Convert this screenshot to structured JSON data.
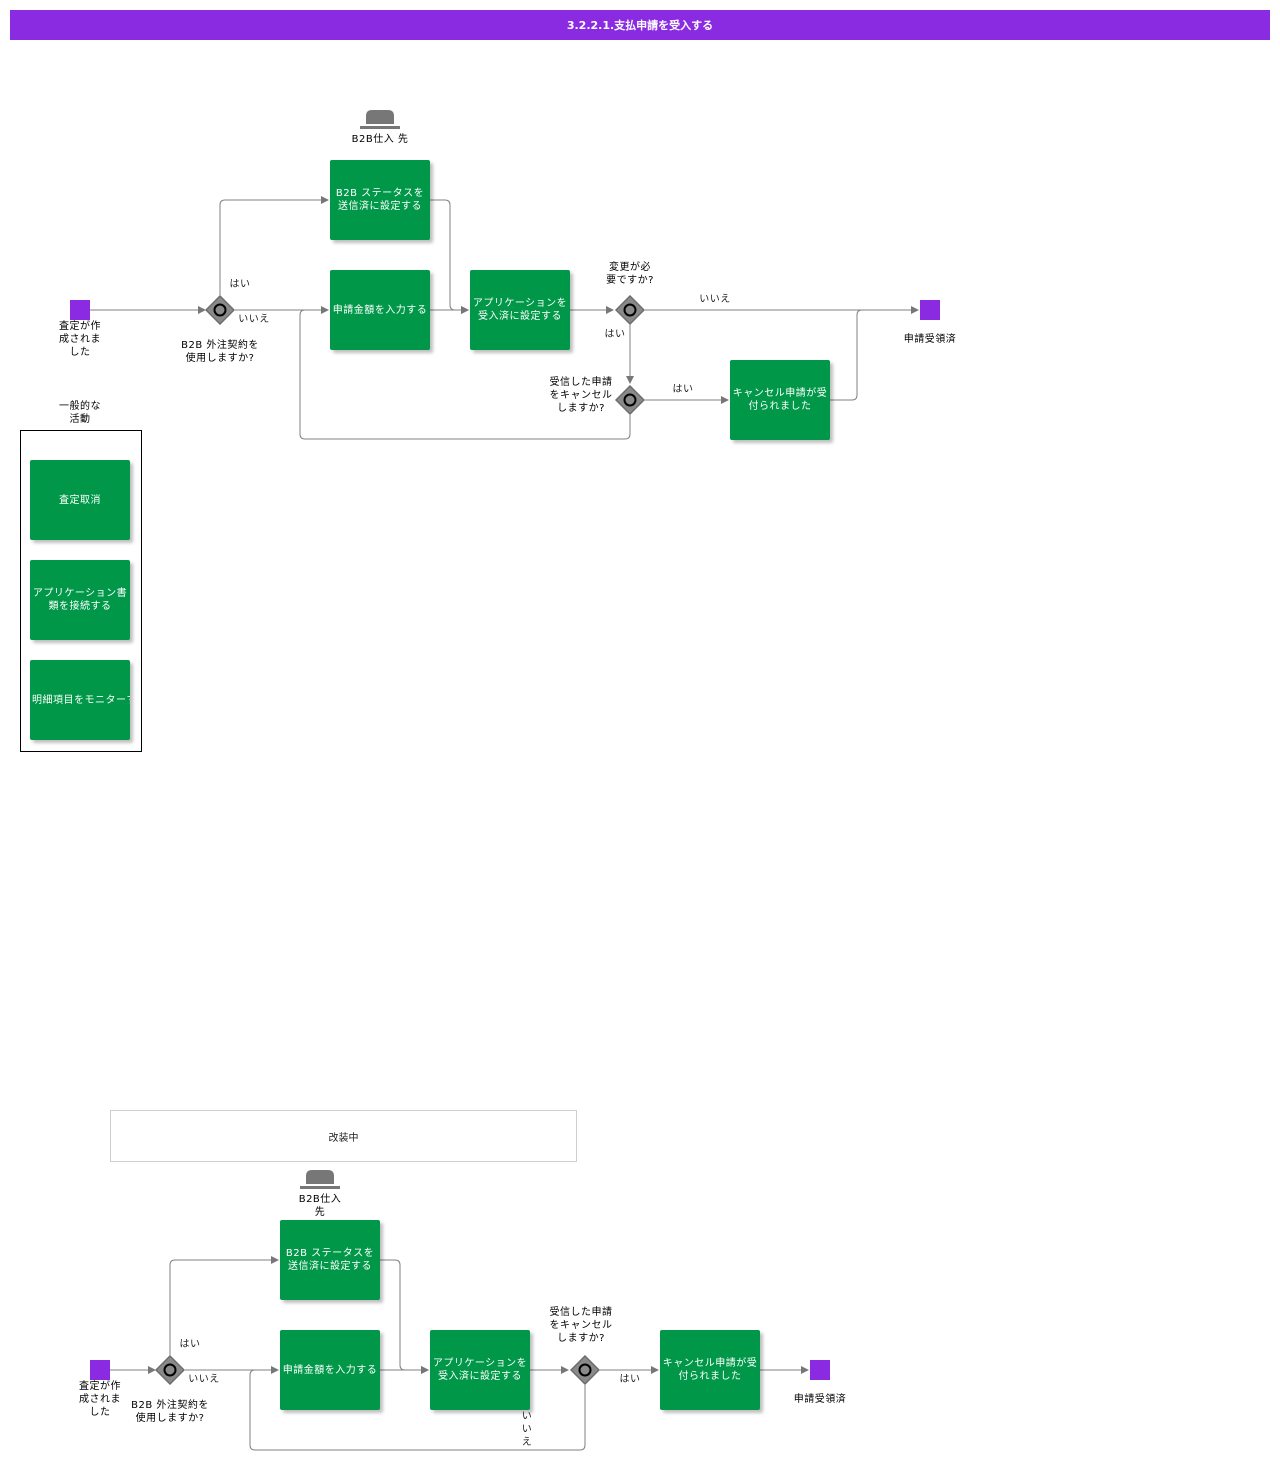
{
  "header": {
    "title": "3.2.2.1.支払申請を受入する"
  },
  "colors": {
    "header": "#8a2be2",
    "task": "#009848",
    "event": "#8a2be2",
    "gateway": "#808080"
  },
  "diagram1": {
    "actor_label": "B2B仕入 先",
    "start_label": "査定が作\n成されま\nした",
    "end_label": "申請受領済",
    "task_set_sent": "B2B ステータスを送信済に設定する",
    "task_enter_amount": "申請金額を入力する",
    "task_set_accepted": "アプリケーションを受入済に設定する",
    "task_cancel_accepted": "キャンセル申請が受付られました",
    "gateway_b2b": "B2B 外注契約を\n使用しますか?",
    "gateway_change": "変更が必\n要ですか?",
    "gateway_cancel": "受信した申請\nをキャンセル\nしますか?",
    "yes": "はい",
    "no": "いいえ"
  },
  "general": {
    "title": "一般的な\n活動",
    "items": [
      "査定取消",
      "アプリケーション書類を接続する",
      "明細項目をモニターする"
    ]
  },
  "diagram2": {
    "note": "改装中",
    "actor_label": "B2B仕入\n先",
    "start_label": "査定が作\n成されま\nした",
    "end_label": "申請受領済",
    "task_set_sent": "B2B ステータスを送信済に設定する",
    "task_enter_amount": "申請金額を入力する",
    "task_set_accepted": "アプリケーションを受入済に設定する",
    "task_cancel_accepted": "キャンセル申請が受付られました",
    "gateway_b2b": "B2B 外注契約を\n使用しますか?",
    "gateway_cancel": "受信した申請\nをキャンセル\nしますか?",
    "yes": "はい",
    "no": "いいえ"
  }
}
